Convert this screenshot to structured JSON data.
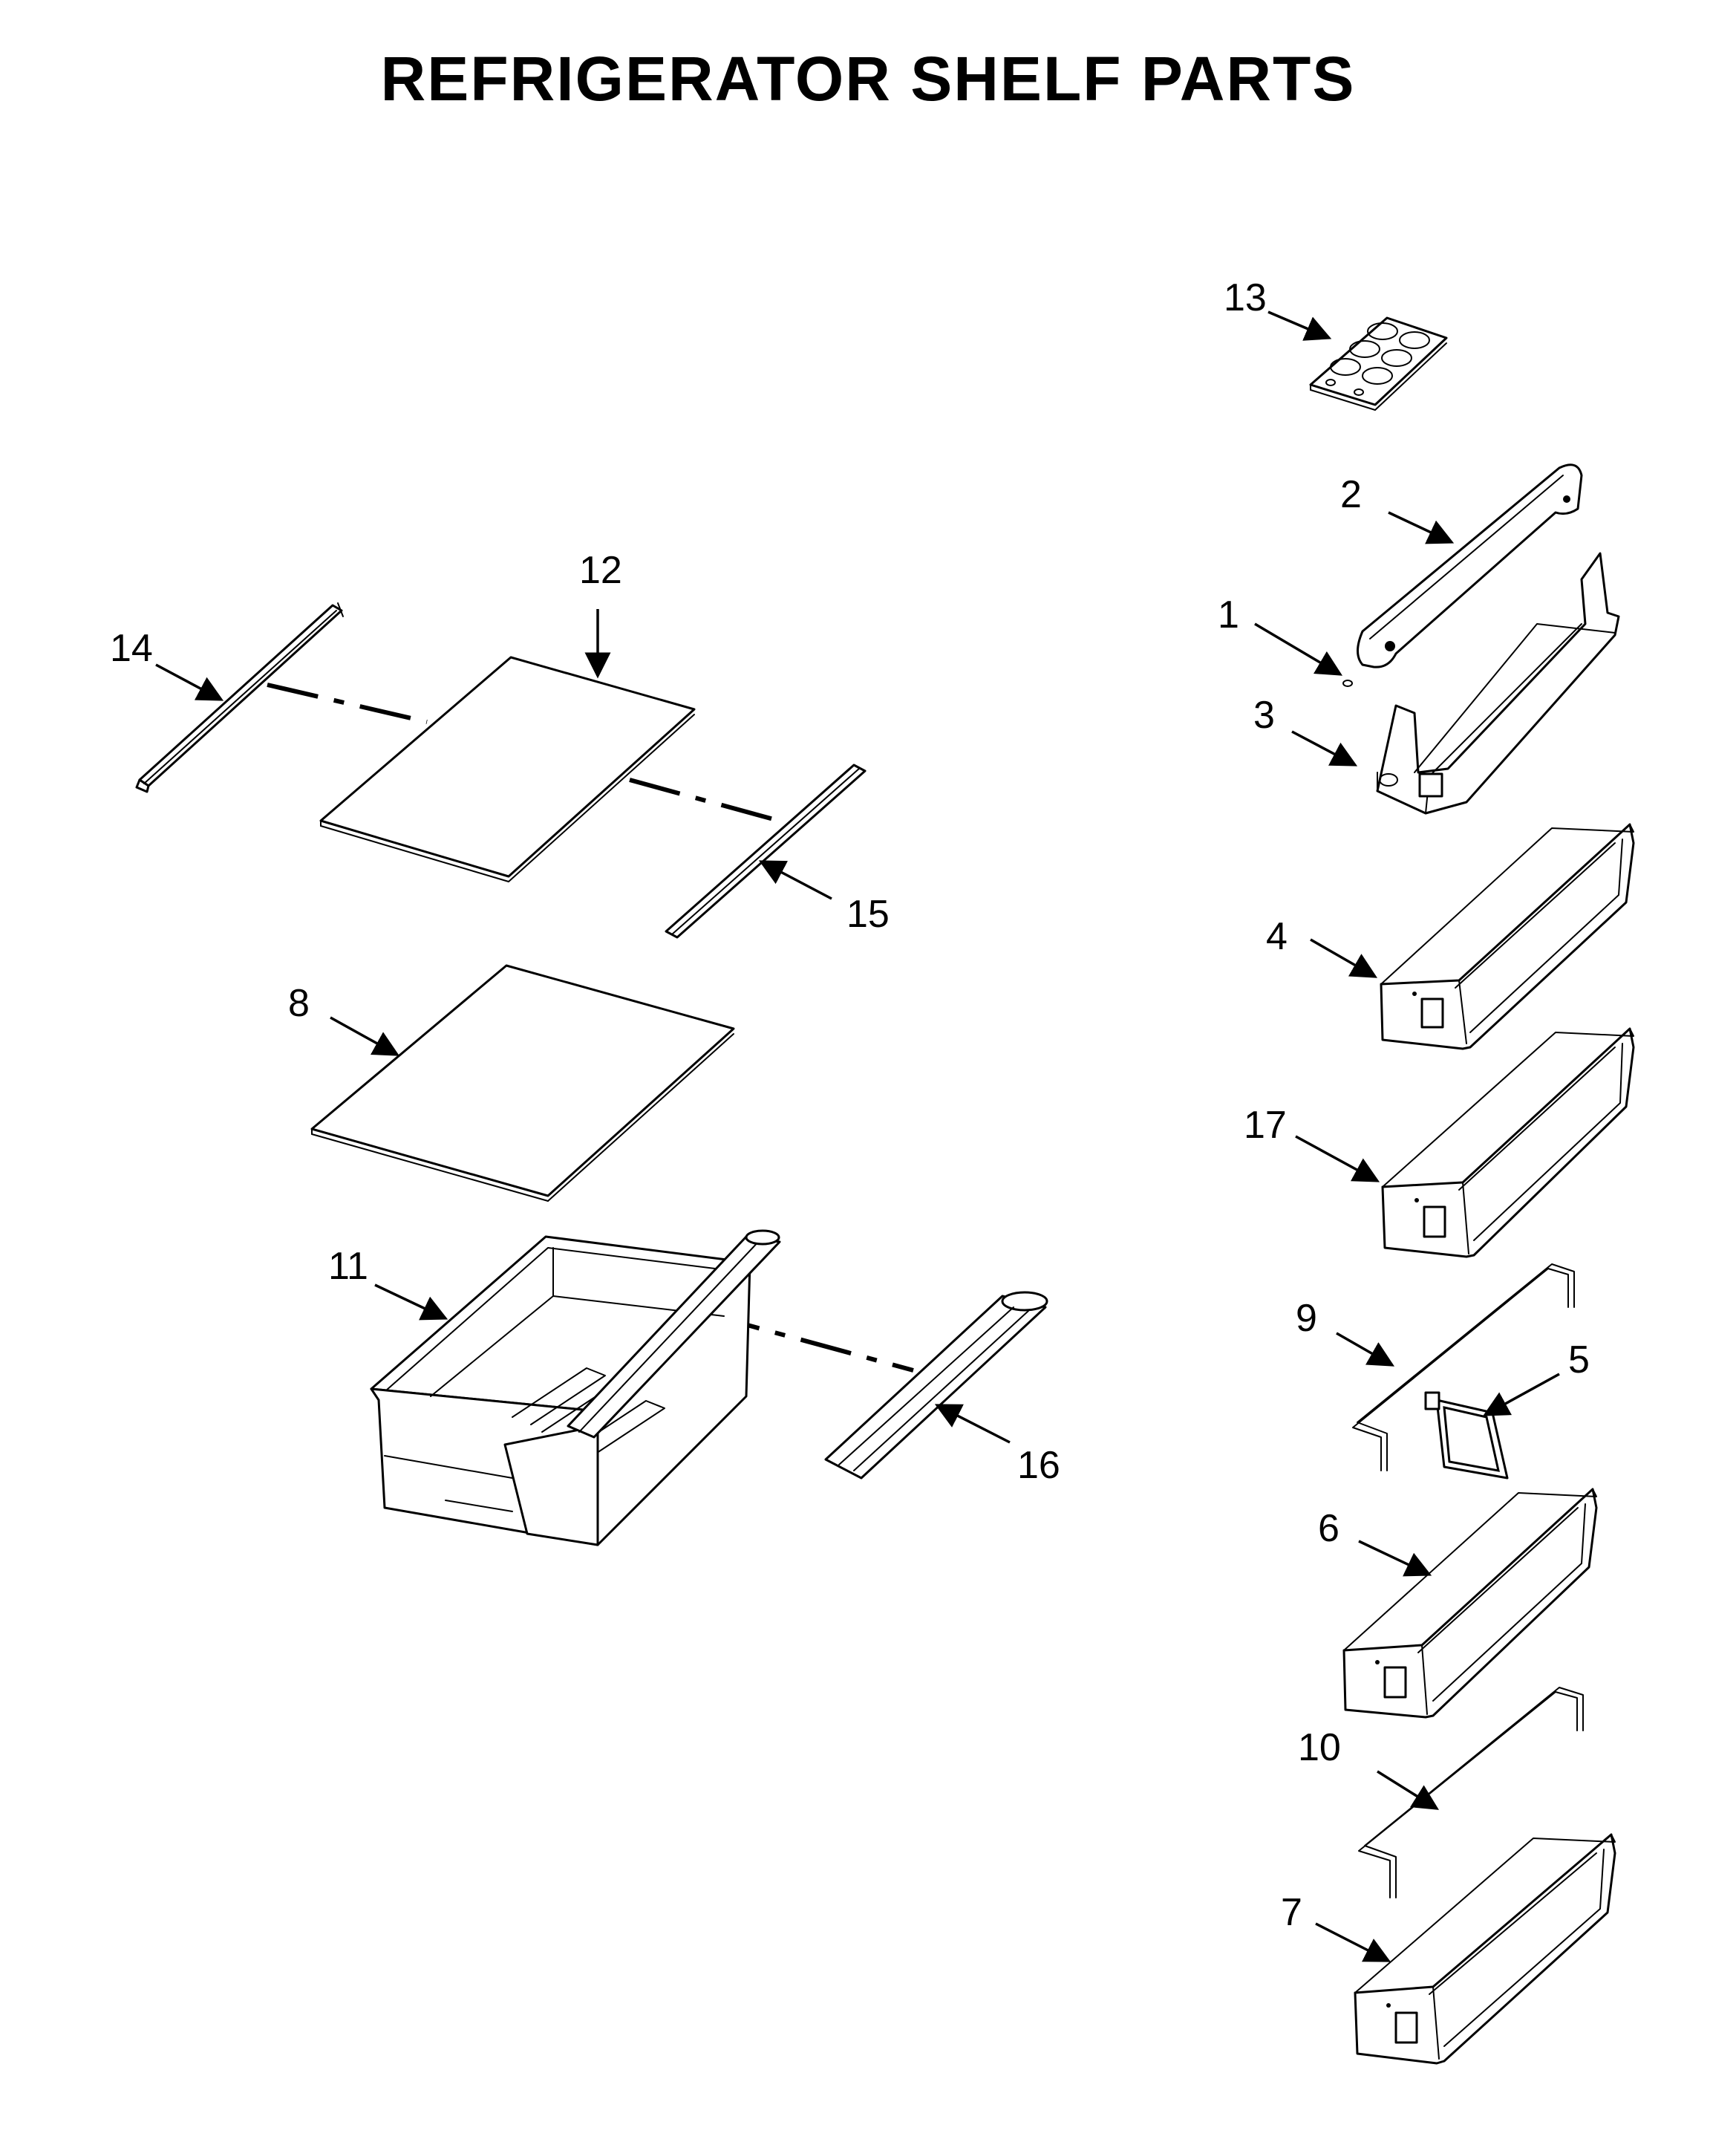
{
  "title": "REFRIGERATOR SHELF PARTS",
  "callouts": {
    "c1": "1",
    "c2": "2",
    "c3": "3",
    "c4": "4",
    "c5": "5",
    "c6": "6",
    "c7": "7",
    "c8": "8",
    "c9": "9",
    "c10": "10",
    "c11": "11",
    "c12": "12",
    "c13": "13",
    "c14": "14",
    "c15": "15",
    "c16": "16",
    "c17": "17"
  }
}
